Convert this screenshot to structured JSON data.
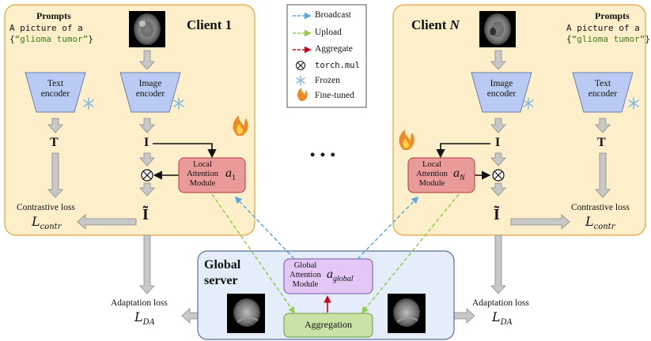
{
  "legend": {
    "broadcast": "Broadcast",
    "upload": "Upload",
    "aggregate": "Aggregate",
    "mul": "torch.mul",
    "frozen": "Frozen",
    "finetuned": "Fine-tuned"
  },
  "client1": {
    "title": "Client 1",
    "prompts_title": "Prompts",
    "prompt_line1": "A picture of a",
    "prompt_line2_open": "{",
    "prompt_line2_value": "“glioma tumor”",
    "prompt_line2_close": "}",
    "text_encoder": [
      "Text",
      "encoder"
    ],
    "image_encoder": [
      "Image",
      "encoder"
    ],
    "T_symbol": "T",
    "I_symbol": "I",
    "I_tilde_symbol": "Ĩ",
    "lam": [
      "Local",
      "Attention",
      "Module"
    ],
    "lam_var": "a",
    "lam_sub": "1",
    "contrastive_loss": "Contrastive loss",
    "loss_symbol": "L",
    "loss_sub": "contr"
  },
  "clientN": {
    "title": "Client",
    "title_var": "N",
    "prompts_title": "Prompts",
    "prompt_line1": "A picture of a",
    "prompt_line2_open": "{",
    "prompt_line2_value": "“glioma tumor”",
    "prompt_line2_close": "}",
    "text_encoder": [
      "Text",
      "encoder"
    ],
    "image_encoder": [
      "Image",
      "encoder"
    ],
    "T_symbol": "T",
    "I_symbol": "I",
    "I_tilde_symbol": "Ĩ",
    "lam": [
      "Local",
      "Attention",
      "Module"
    ],
    "lam_var": "a",
    "lam_sub": "N",
    "contrastive_loss": "Contrastive loss",
    "loss_symbol": "L",
    "loss_sub": "contr"
  },
  "ellipsis": "• • •",
  "server": {
    "title_line1": "Global",
    "title_line2": "server",
    "gam": [
      "Global",
      "Attention",
      "Module"
    ],
    "gam_var": "a",
    "gam_sub": "global",
    "aggregation": "Aggregation"
  },
  "left_adapt": {
    "label": "Adaptation loss",
    "symbol": "L",
    "sub": "DA"
  },
  "right_adapt": {
    "label": "Adaptation loss",
    "symbol": "L",
    "sub": "DA"
  },
  "colors": {
    "client_bg": "#fcefc9",
    "client_border": "#e0a53a",
    "encoder_fill": "#b9cbf2",
    "lam_fill": "#ea9a98",
    "gam_fill": "#e3c8f7",
    "agg_fill": "#c8e3a6",
    "server_bg": "#e4edf9",
    "broadcast": "#5aa9e6",
    "upload": "#8fcf4a",
    "aggregate": "#d0021b",
    "arrow_gray": "#c8c8c8"
  },
  "icons": [
    "snowflake-icon",
    "flame-icon",
    "otimes-icon",
    "brain-mri-icon"
  ]
}
